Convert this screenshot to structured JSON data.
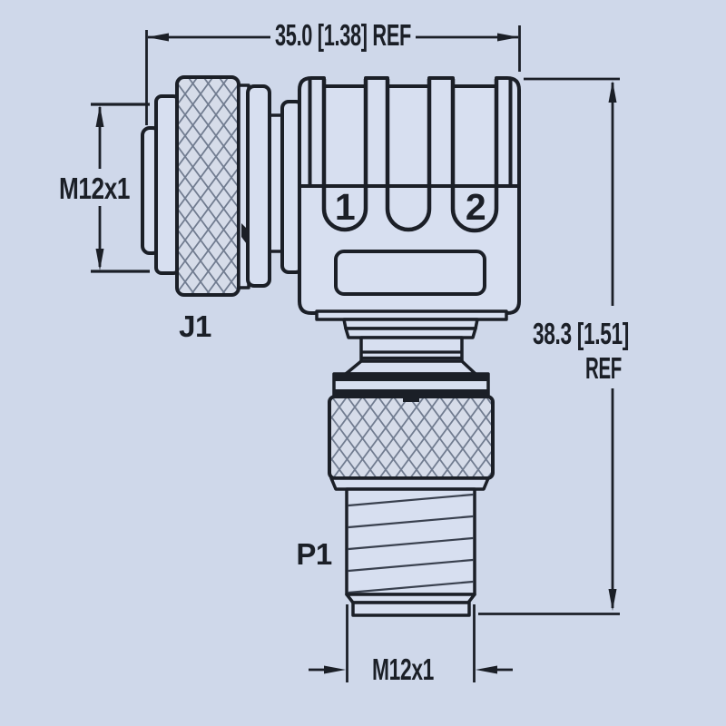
{
  "colors": {
    "background": "#cfd8ea",
    "line": "#1b1f27",
    "fill": "#d7dff0",
    "knurl": "#d6dce9",
    "hatch": "#717c90"
  },
  "diagram": {
    "dim_top": "35.0 [1.38] REF",
    "dim_left_thread": "M12x1",
    "dim_right_value": "38.3 [1.51]",
    "dim_right_ref": "REF",
    "dim_bottom_thread": "M12x1",
    "label_j1": "J1",
    "label_p1": "P1",
    "position_1": "1",
    "position_2": "2"
  }
}
